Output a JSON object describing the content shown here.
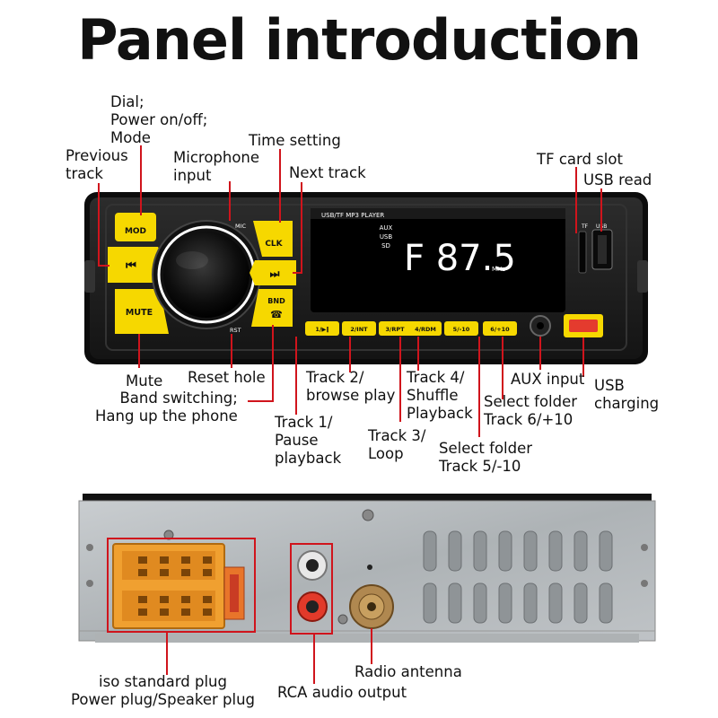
{
  "title": "Panel introduction",
  "front_panel": {
    "device_label": "USB/TF MP3 PLAYER",
    "mode_button": "MOD",
    "mic_mark": "MIC",
    "clk_button": "CLK",
    "bnd_button": "BND",
    "mute_button": "MUTE",
    "rst_mark": "RST",
    "display_sources": [
      "AUX",
      "USB",
      "SD"
    ],
    "display_digits": "F 87.5",
    "display_unit": "MHz",
    "number_buttons": [
      "1/▶‖",
      "2/INT",
      "3/RPT",
      "4/RDM",
      "5/-10",
      "6/+10"
    ],
    "tf_mark": "TF",
    "usb_mark": "USB"
  },
  "labels": {
    "dial": "Dial;\nPower on/off;\nMode",
    "previous_track": "Previous\ntrack",
    "microphone": "Microphone\ninput",
    "time_setting": "Time setting",
    "next_track": "Next track",
    "tf_card_slot": "TF card slot",
    "usb_read": "USB read",
    "mute": "Mute",
    "reset_hole": "Reset hole",
    "band_switching": "Band switching;\nHang up the phone",
    "track1": "Track 1/\nPause\nplayback",
    "track2": "Track 2/\nbrowse play",
    "track3": "Track 3/\nLoop",
    "track4": "Track 4/\nShuffle\nPlayback",
    "select5": "Select folder\nTrack 5/-10",
    "select6": "Select folder\nTrack 6/+10",
    "aux_input": "AUX input",
    "usb_charging": "USB\ncharging",
    "iso_plug": "iso standard plug\nPower plug/Speaker plug",
    "rca_output": "RCA audio output",
    "radio_antenna": "Radio antenna"
  },
  "colors": {
    "annotation_line": "#d0141c",
    "button_yellow": "#f6d800",
    "iso_plug_orange": "#f0a030",
    "panel_body": "#1c1c1c"
  }
}
